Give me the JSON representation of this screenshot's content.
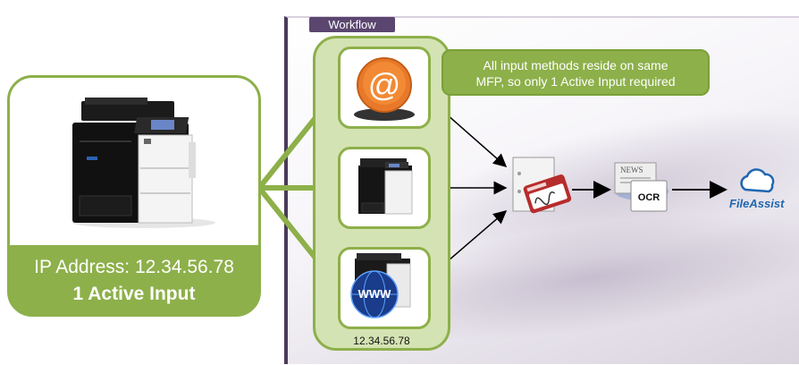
{
  "workflow": {
    "tab_label": "Workflow"
  },
  "device": {
    "ip_line": "IP Address: 12.34.56.78",
    "active_line": "1 Active Input"
  },
  "inputs": {
    "items": [
      {
        "name": "email",
        "icon": "at-sign-icon"
      },
      {
        "name": "mfp",
        "icon": "printer-icon"
      },
      {
        "name": "web",
        "icon": "globe-www-icon"
      }
    ],
    "ip_caption": "12.34.56.78"
  },
  "note": {
    "text_line1": "All input methods reside on same",
    "text_line2": "MFP, so only 1 Active Input required"
  },
  "pipeline": {
    "steps": [
      {
        "name": "document-signature",
        "icon": "signed-document-icon"
      },
      {
        "name": "ocr",
        "icon": "ocr-news-icon",
        "label": "OCR",
        "sub_label": "NEWS"
      },
      {
        "name": "destination",
        "icon": "cloud-icon",
        "label": "FileAssist"
      }
    ]
  },
  "colors": {
    "green": "#8db04a",
    "green_light": "#d4e3b3",
    "purple": "#5b4670",
    "orange": "#e8792a",
    "blue": "#1f66b0"
  }
}
